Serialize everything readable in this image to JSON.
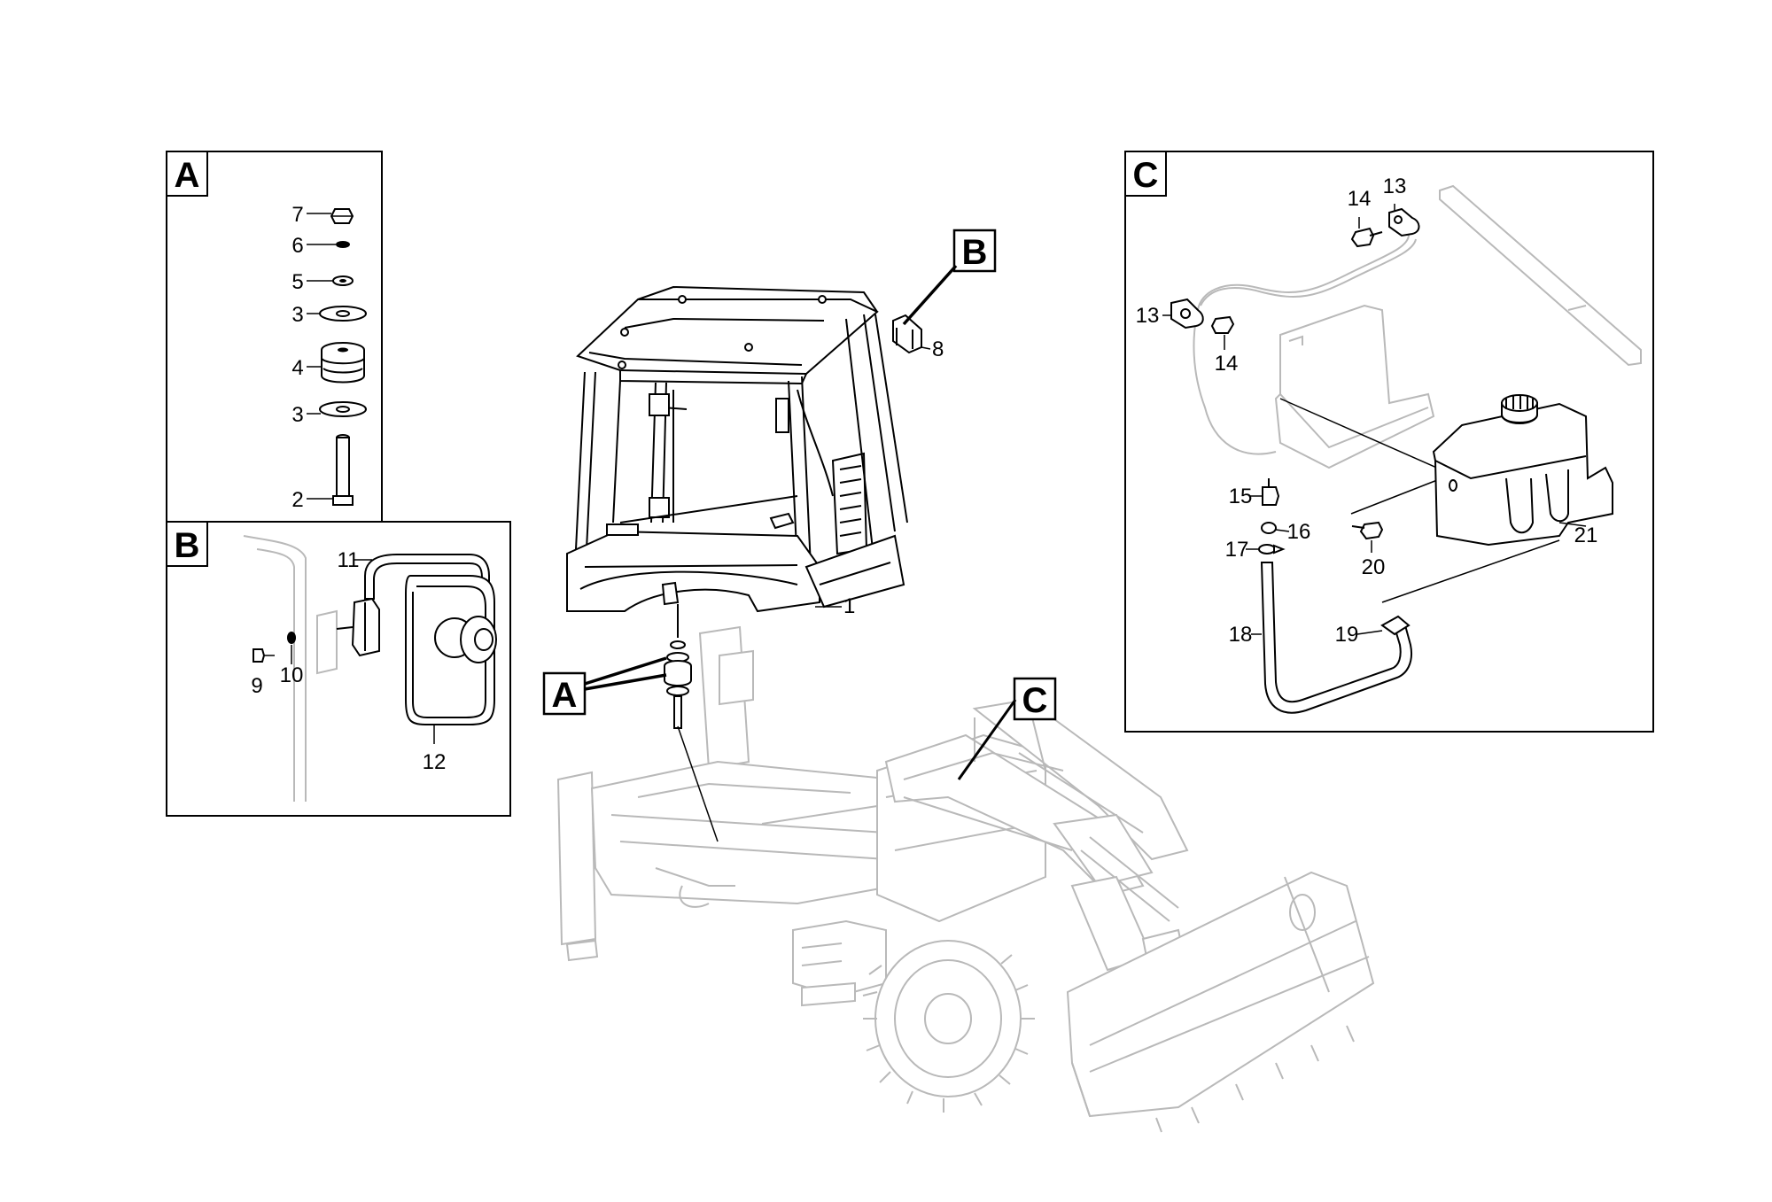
{
  "panels": {
    "A": {
      "tag": "A",
      "labels": {
        "p7": "7",
        "p6": "6",
        "p5": "5",
        "p3a": "3",
        "p4": "4",
        "p3b": "3",
        "p2": "2"
      }
    },
    "B": {
      "tag": "B",
      "labels": {
        "p11": "11",
        "p9": "9",
        "p10": "10",
        "p12": "12"
      }
    },
    "C": {
      "tag": "C",
      "labels": {
        "p14a": "14",
        "p13a": "13",
        "p13b": "13",
        "p14b": "14",
        "p15": "15",
        "p16": "16",
        "p17": "17",
        "p20": "20",
        "p21": "21",
        "p18": "18",
        "p19": "19"
      }
    }
  },
  "callouts": {
    "A": "A",
    "B": "B",
    "C": "C"
  },
  "main": {
    "p1": "1",
    "p8": "8"
  }
}
